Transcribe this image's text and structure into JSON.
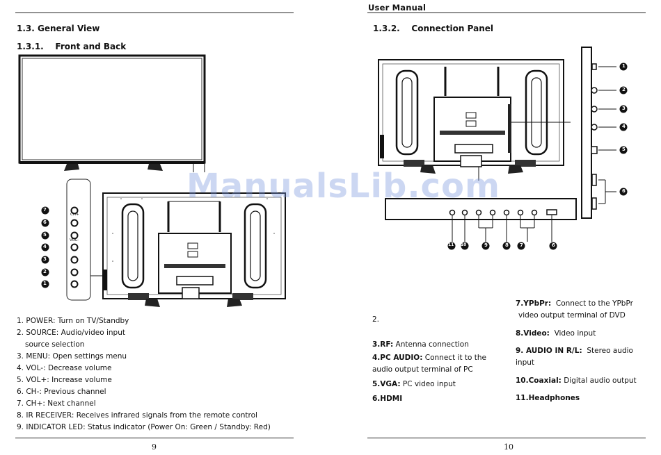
{
  "page_left": {
    "section_title": "1.3. General View",
    "subsection_title": "1.3.1.    Front and Back",
    "button_labels": {
      "ch_plus": "CH+",
      "vol_minus": "VOL-"
    },
    "callouts": [
      "7",
      "6",
      "5",
      "4",
      "3",
      "2",
      "1"
    ],
    "items": [
      {
        "label": "1. POWER:",
        "text": " Turn on TV/Standby"
      },
      {
        "label": "2. SOURCE:",
        "text": " Audio/video input"
      },
      {
        "label": "",
        "text": "source selection"
      },
      {
        "label": "3. MENU:",
        "text": " Open settings menu"
      },
      {
        "label": "4. VOL-:",
        "text": " Decrease volume"
      },
      {
        "label": "5. VOL+:",
        "text": " Increase volume"
      },
      {
        "label": "6. CH-:",
        "text": " Previous channel"
      },
      {
        "label": "7. CH+:",
        "text": " Next channel"
      },
      {
        "label": "8. IR RECEIVER:",
        "text": " Receives infrared signals from the remote control"
      },
      {
        "label": "9. INDICATOR LED:",
        "text": " Status indicator (Power On: Green / Standby: Red)"
      }
    ],
    "page_number": "9"
  },
  "page_right": {
    "header": "User Manual",
    "subsection_title": "1.3.2.    Connection Panel",
    "side_callouts": [
      "1",
      "2",
      "3",
      "4",
      "5",
      "6"
    ],
    "bottom_callouts": [
      "11",
      "10",
      "9",
      "8",
      "7",
      "6"
    ],
    "col1": {
      "item2": "2.",
      "item3_label": "3.RF:",
      "item3_text": " Antenna connection",
      "item4_label": "4.PC AUDIO:",
      "item4_text": " Connect it to the",
      "item4_cont": "audio output terminal of PC",
      "item5_label": "5.VGA:",
      "item5_text": " PC video input",
      "item6": "6.HDMI"
    },
    "col2": {
      "item7_label": "7.YPbPr:",
      "item7_text": "  Connect to the YPbPr",
      "item7_cont": "video output terminal of DVD",
      "item8_label": "8.Video:",
      "item8_text": "  Video input",
      "item9_label": "9. AUDIO IN R/L:",
      "item9_text": "  Stereo audio",
      "item9_cont": "input",
      "item10_label": "10.Coaxial:",
      "item10_text": " Digital audio output",
      "item11": "11.Headphones"
    },
    "page_number": "10"
  },
  "watermark": "ManualsLib.com"
}
